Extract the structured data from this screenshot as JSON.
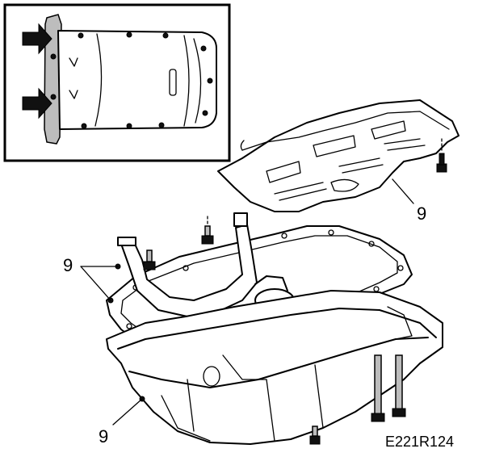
{
  "diagram": {
    "callouts": {
      "shield": "9",
      "gasket": "9",
      "oil_pan": "9"
    },
    "reference_code": "E221R124"
  }
}
